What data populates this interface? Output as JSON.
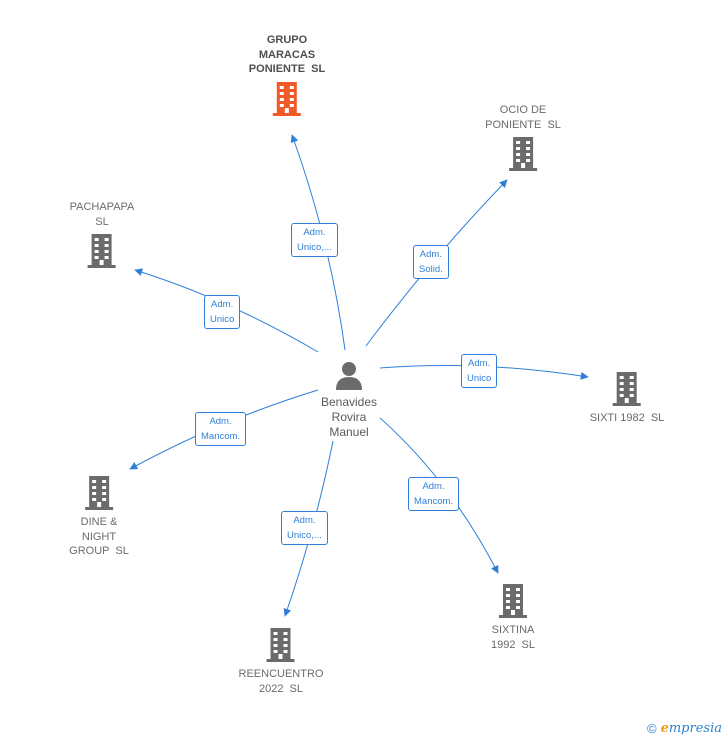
{
  "center": {
    "name": "Benavides\nRovira\nManuel",
    "icon": "person-icon"
  },
  "companies": [
    {
      "id": "grupo",
      "name": "GRUPO\nMARACAS\nPONIENTE  SL",
      "highlight": true,
      "color": "#f05a28",
      "icon": "building-icon"
    },
    {
      "id": "ocio",
      "name": "OCIO DE\nPONIENTE  SL",
      "color": "#6b6b6b",
      "icon": "building-icon"
    },
    {
      "id": "pachapapa",
      "name": "PACHAPAPA\nSL",
      "color": "#6b6b6b",
      "icon": "building-icon"
    },
    {
      "id": "sixti",
      "name": "SIXTI 1982  SL",
      "color": "#6b6b6b",
      "icon": "building-icon"
    },
    {
      "id": "dine",
      "name": "DINE &\nNIGHT\nGROUP  SL",
      "color": "#6b6b6b",
      "icon": "building-icon"
    },
    {
      "id": "reencuentro",
      "name": "REENCUENTRO\n2022  SL",
      "color": "#6b6b6b",
      "icon": "building-icon"
    },
    {
      "id": "sixtina",
      "name": "SIXTINA\n1992  SL",
      "color": "#6b6b6b",
      "icon": "building-icon"
    }
  ],
  "relations": [
    {
      "to": "grupo",
      "label": "Adm.\nUnico,..."
    },
    {
      "to": "ocio",
      "label": "Adm.\nSolid."
    },
    {
      "to": "pachapapa",
      "label": "Adm.\nUnico"
    },
    {
      "to": "sixti",
      "label": "Adm.\nUnico"
    },
    {
      "to": "dine",
      "label": "Adm.\nMancom."
    },
    {
      "to": "reencuentro",
      "label": "Adm.\nUnico,..."
    },
    {
      "to": "sixtina",
      "label": "Adm.\nMancom."
    }
  ],
  "footer": {
    "copyright": "©",
    "brand_initial": "e",
    "brand_rest": "mpresia"
  },
  "colors": {
    "edge": "#2f7fd8",
    "highlight": "#f05a28",
    "building": "#6b6b6b",
    "person": "#6b6b6b"
  }
}
